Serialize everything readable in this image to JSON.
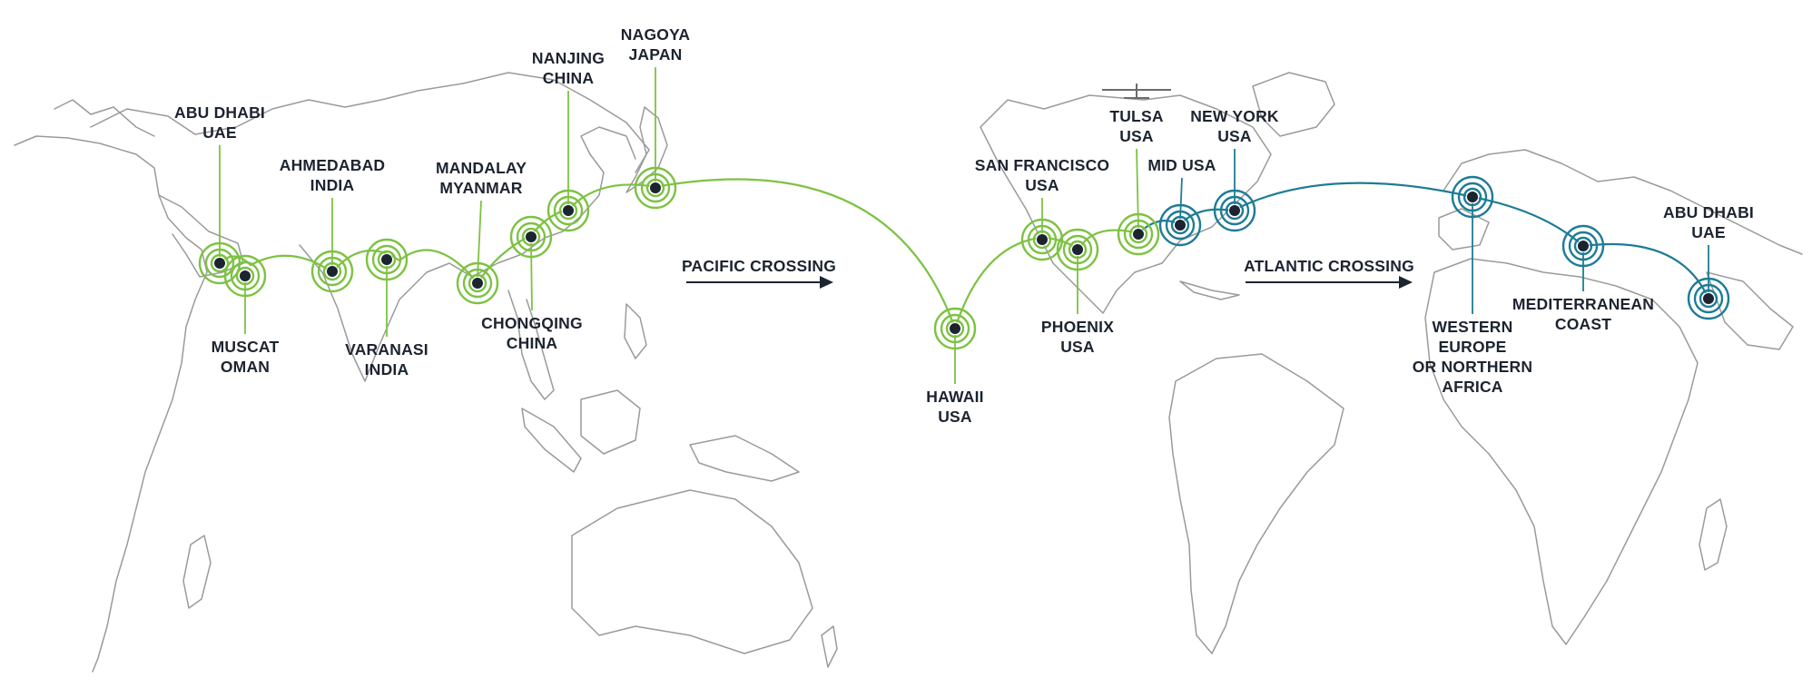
{
  "colors": {
    "pacific_leg": "#7dc243",
    "atlantic_leg": "#1e7c96",
    "marker_center": "#1c2430",
    "land_outline": "#9a9a9a",
    "label_text": "#1c2430"
  },
  "icons": {
    "plane": "solar-plane-icon"
  },
  "crossings": {
    "pacific": "PACIFIC CROSSING",
    "atlantic": "ATLANTIC CROSSING"
  },
  "stops": [
    {
      "id": "abu-dhabi-start",
      "line1": "ABU DHABI",
      "line2": "UAE",
      "leg": "green"
    },
    {
      "id": "muscat",
      "line1": "MUSCAT",
      "line2": "OMAN",
      "leg": "green"
    },
    {
      "id": "ahmedabad",
      "line1": "AHMEDABAD",
      "line2": "INDIA",
      "leg": "green"
    },
    {
      "id": "varanasi",
      "line1": "VARANASI",
      "line2": "INDIA",
      "leg": "green"
    },
    {
      "id": "mandalay",
      "line1": "MANDALAY",
      "line2": "MYANMAR",
      "leg": "green"
    },
    {
      "id": "chongqing",
      "line1": "CHONGQING",
      "line2": "CHINA",
      "leg": "green"
    },
    {
      "id": "nanjing",
      "line1": "NANJING",
      "line2": "CHINA",
      "leg": "green"
    },
    {
      "id": "nagoya",
      "line1": "NAGOYA",
      "line2": "JAPAN",
      "leg": "green"
    },
    {
      "id": "hawaii",
      "line1": "HAWAII",
      "line2": "USA",
      "leg": "green"
    },
    {
      "id": "san-francisco",
      "line1": "SAN FRANCISCO",
      "line2": "USA",
      "leg": "green"
    },
    {
      "id": "phoenix",
      "line1": "PHOENIX",
      "line2": "USA",
      "leg": "green"
    },
    {
      "id": "tulsa",
      "line1": "TULSA",
      "line2": "USA",
      "leg": "green"
    },
    {
      "id": "mid-usa",
      "line1": "MID USA",
      "line2": "",
      "leg": "blue"
    },
    {
      "id": "new-york",
      "line1": "NEW YORK",
      "line2": "USA",
      "leg": "blue"
    },
    {
      "id": "western-europe",
      "line1": "WESTERN",
      "line2": "EUROPE",
      "line3": "OR NORTHERN",
      "line4": "AFRICA",
      "leg": "blue"
    },
    {
      "id": "mediterranean",
      "line1": "MEDITERRANEAN",
      "line2": "COAST",
      "leg": "blue"
    },
    {
      "id": "abu-dhabi-end",
      "line1": "ABU DHABI",
      "line2": "UAE",
      "leg": "blue"
    }
  ]
}
